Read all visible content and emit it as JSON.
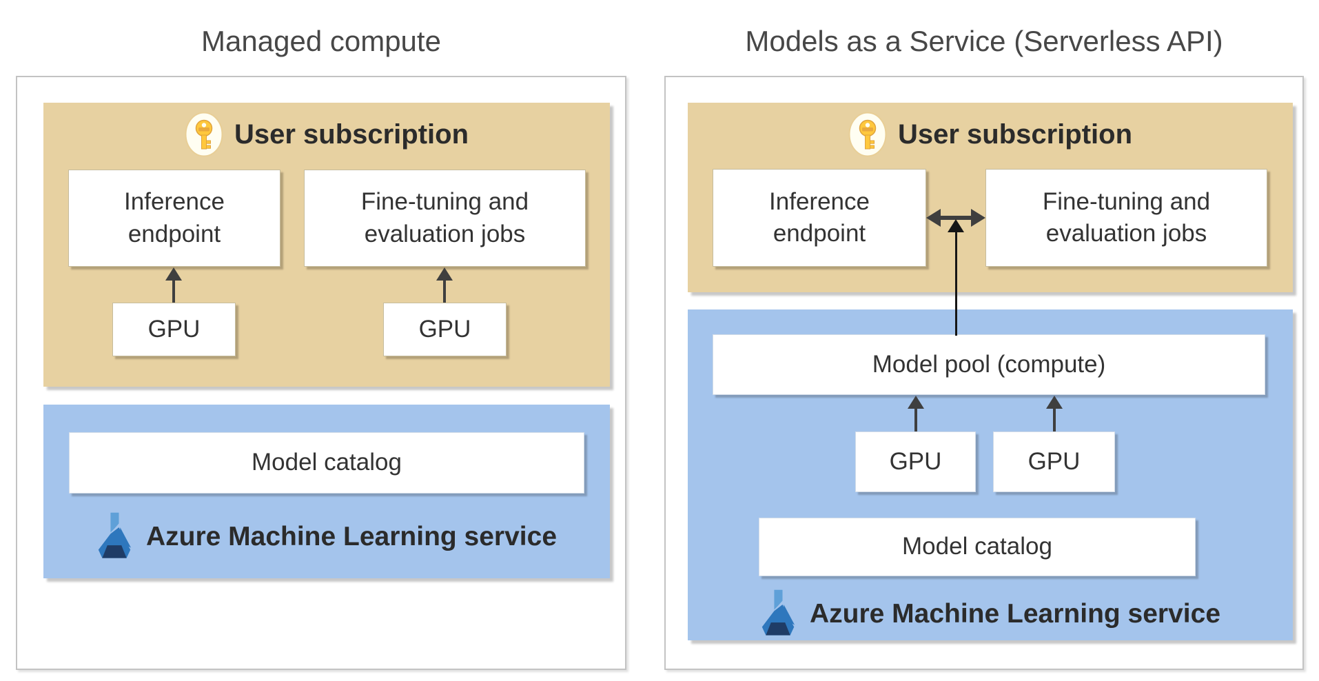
{
  "left_panel": {
    "title": "Managed compute",
    "subscription": {
      "label": "User subscription",
      "inference_label": "Inference endpoint",
      "finetune_label": "Fine-tuning and evaluation jobs",
      "gpu_left_label": "GPU",
      "gpu_right_label": "GPU"
    },
    "service": {
      "catalog_label": "Model catalog",
      "service_label": "Azure Machine Learning service"
    }
  },
  "right_panel": {
    "title": "Models as a Service (Serverless API)",
    "subscription": {
      "label": "User subscription",
      "inference_label": "Inference endpoint",
      "finetune_label": "Fine-tuning and evaluation jobs"
    },
    "service": {
      "model_pool_label": "Model pool (compute)",
      "gpu_left_label": "GPU",
      "gpu_right_label": "GPU",
      "catalog_label": "Model catalog",
      "service_label": "Azure Machine Learning service"
    }
  },
  "icons": {
    "subscription_icon": "key-icon",
    "service_icon": "azure-ml-flask-icon"
  },
  "colors": {
    "tan": "#E7D1A1",
    "blue": "#A4C4EC",
    "arrow": "#3F3F3F",
    "arrow_dark": "#161616",
    "panel_border": "#C3C3C3",
    "key_gold": "#FFC83D",
    "flask_light": "#5FA0D8",
    "flask_mid": "#2E77BD",
    "flask_dark": "#1F3C66"
  }
}
